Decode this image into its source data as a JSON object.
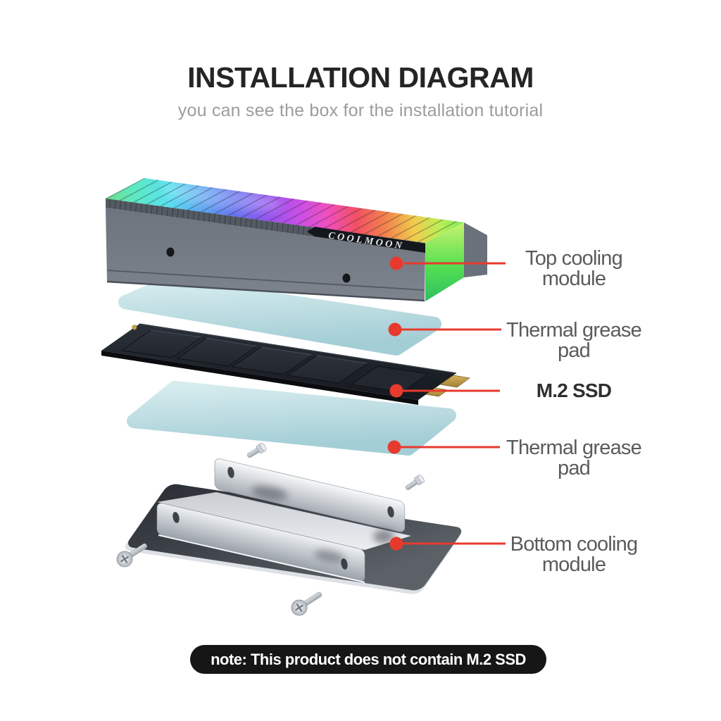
{
  "header": {
    "title": "INSTALLATION DIAGRAM",
    "subtitle": "you can see the box for the installation tutorial"
  },
  "product": {
    "brand": "COOLMOON"
  },
  "callouts": [
    {
      "line1": "Top cooling",
      "line2": "module"
    },
    {
      "line1": "Thermal grease",
      "line2": "pad"
    },
    {
      "line1": "M.2 SSD",
      "line2": ""
    },
    {
      "line1": "Thermal grease",
      "line2": "pad"
    },
    {
      "line1": "Bottom cooling",
      "line2": "module"
    }
  ],
  "note": {
    "text": "note: This product does not contain M.2 SSD"
  },
  "colors": {
    "accent_red": "#e73a2e",
    "note_bg": "#161616",
    "title_text": "#252525",
    "subtitle_text": "#9c9c9c",
    "label_text": "#5a5b5d",
    "pad_fill": "#b9dadf",
    "heatsink_gray": "#757c86",
    "ssd_black": "#1b1e24",
    "bracket_metal": "#c7ccd2",
    "end_glow_green": "#55e051",
    "rainbow": [
      "#6ede8a",
      "#5ce9c8",
      "#58dff0",
      "#57a3f2",
      "#5f6cf0",
      "#9254ee",
      "#c94fe8",
      "#f04fbe",
      "#f25064",
      "#f2814c",
      "#f2cb4e",
      "#bdee55",
      "#7fe95e"
    ]
  }
}
